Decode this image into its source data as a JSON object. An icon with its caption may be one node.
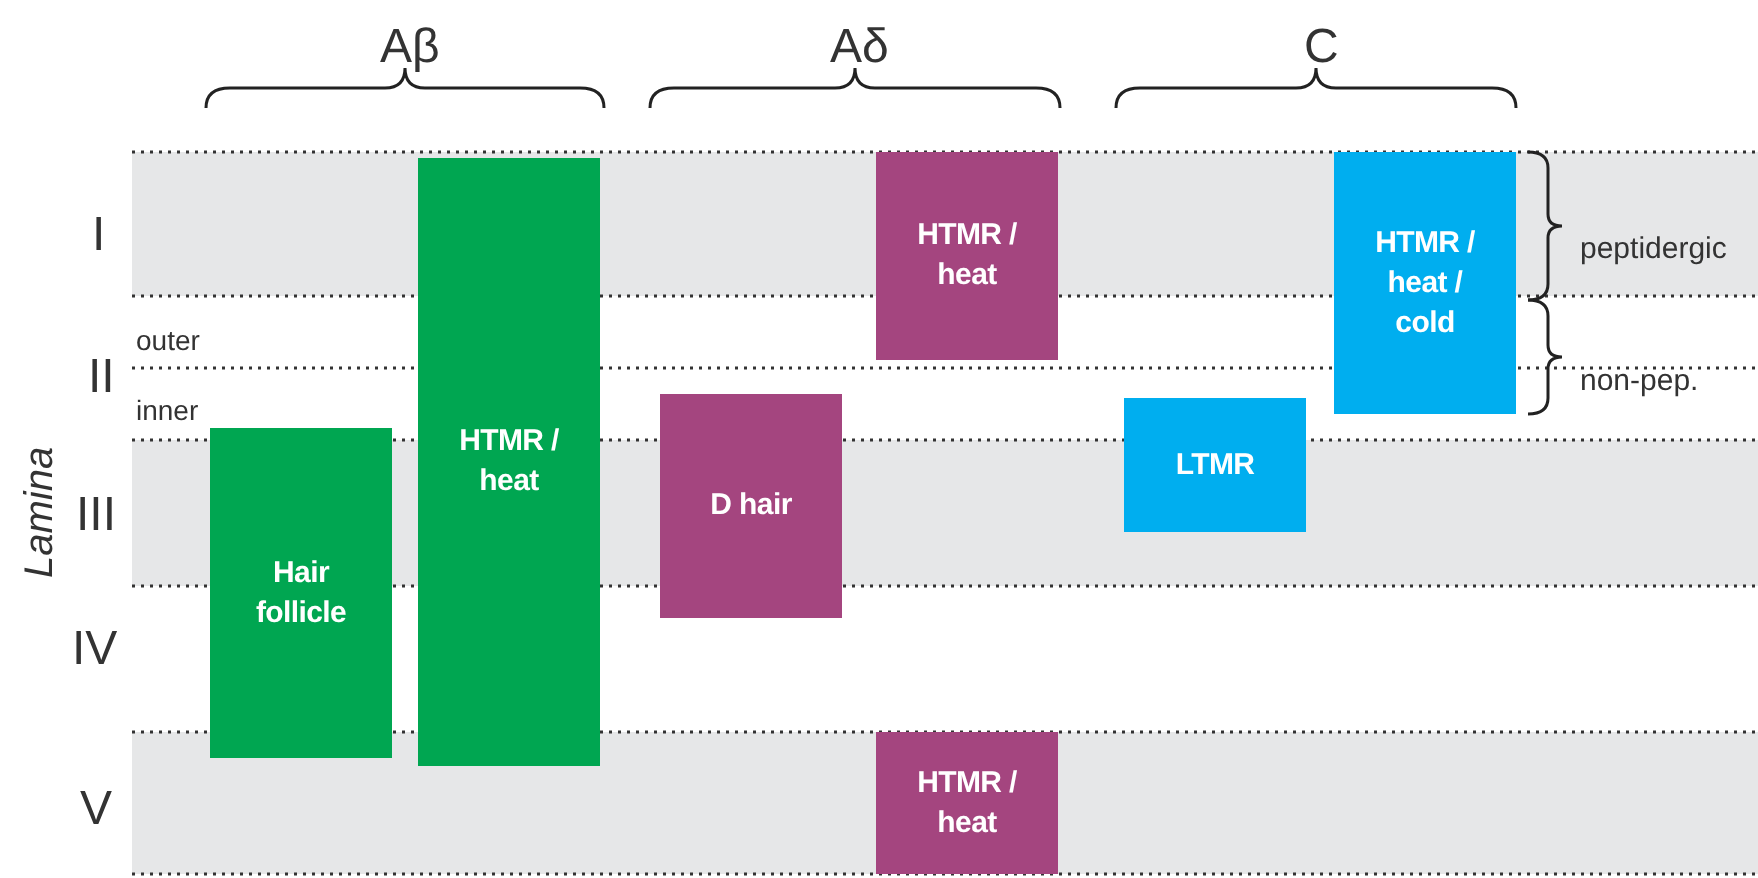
{
  "diagram": {
    "nodes": [
      {
        "text": [
          "Hair follicle"
        ]
      },
      {
        "text": [
          "HTMR / heat"
        ]
      },
      {
        "text": [
          "HTMR / heat"
        ]
      },
      {
        "text": [
          "D hair"
        ]
      },
      {
        "text": [
          "HTMR / heat"
        ]
      },
      {
        "text": [
          "LTMR"
        ]
      },
      {
        "text": [
          "HTMR / heat / cold"
        ]
      }
    ],
    "edges": [],
    "labels": [
      "Aβ",
      "Aδ",
      "C",
      "I",
      "outer",
      "peptidergic",
      "II",
      "non-pep.",
      "inner",
      "Lamina",
      "III",
      "IV",
      "V"
    ]
  }
}
